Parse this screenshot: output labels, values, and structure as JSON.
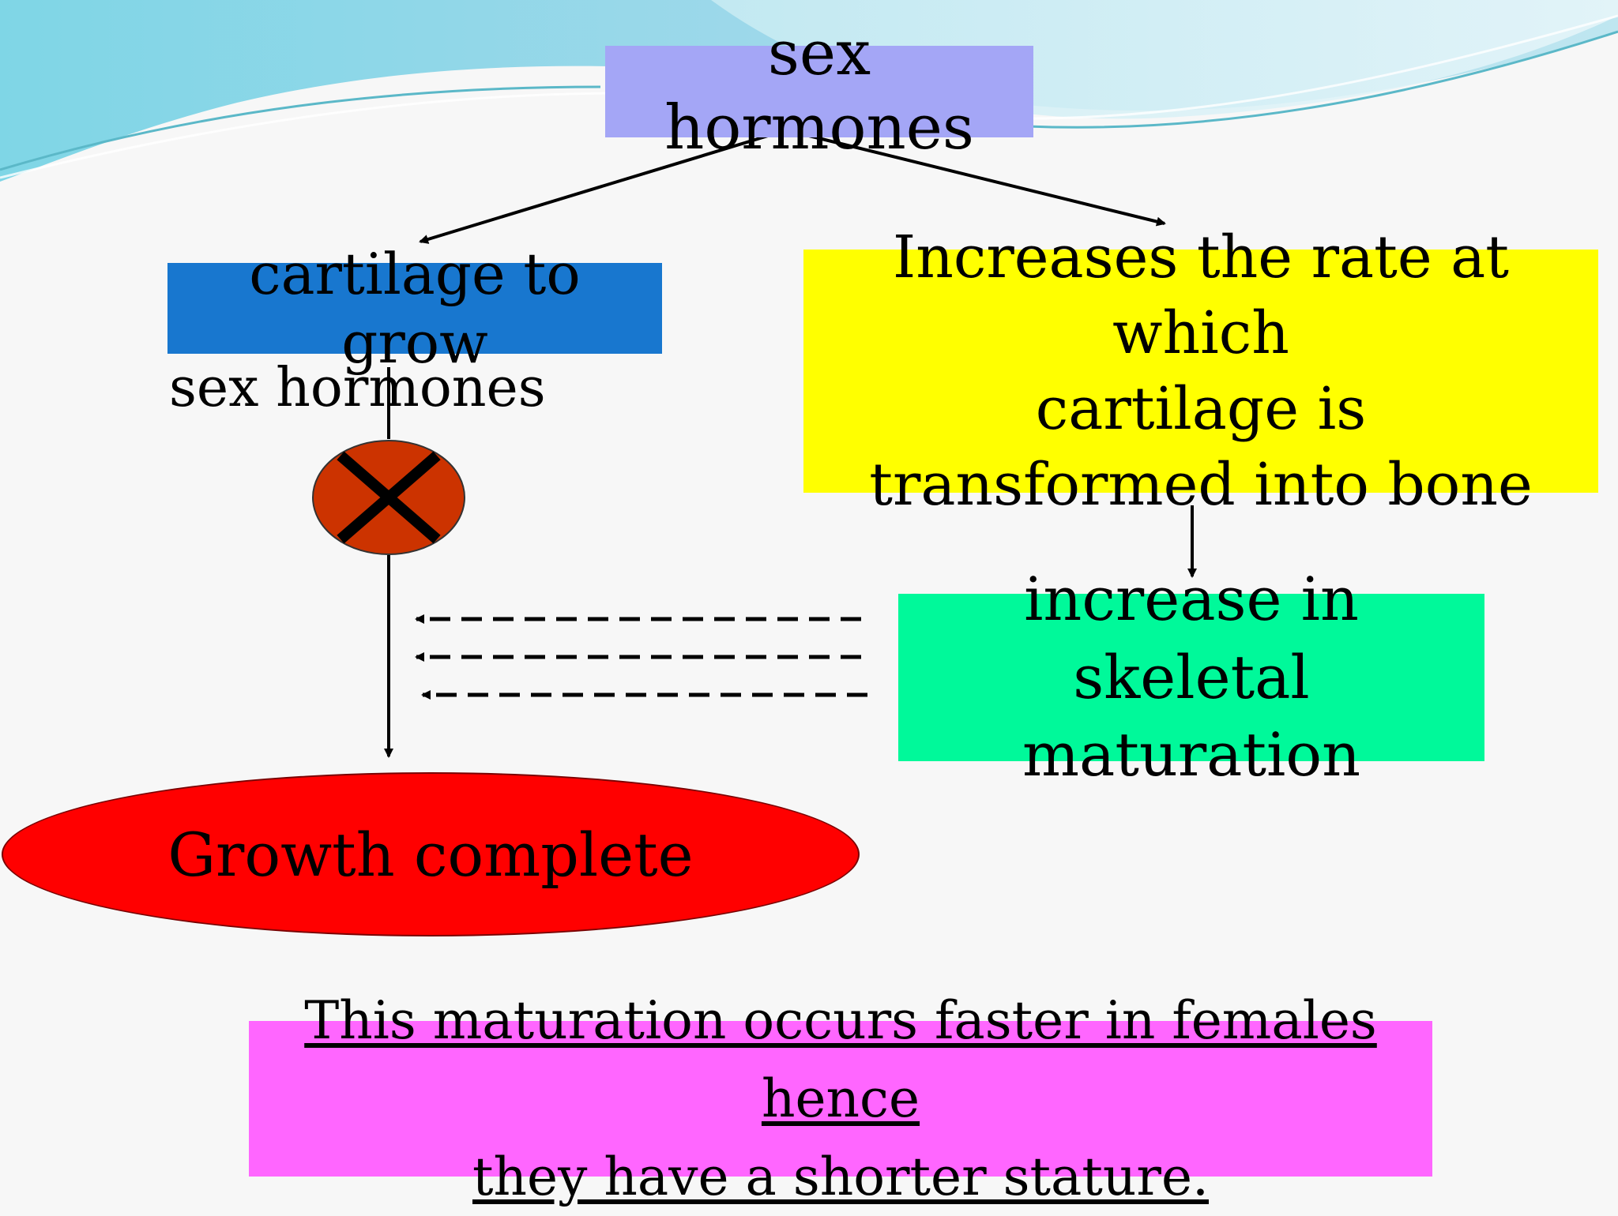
{
  "colors": {
    "sex_hormones_box": "#a4a6f6",
    "cartilage_box": "#1877cf",
    "increases_box": "#ffff00",
    "skeletal_box": "#00f99a",
    "growth_ellipse": "#ff0000",
    "block_circle": "#cc3300",
    "note_box": "#ff66ff"
  },
  "diagram": {
    "top_node": "sex hormones",
    "left_node": "cartilage to grow",
    "left_inhibitor_label": "sex hormones",
    "block_icon": "x-mark-icon",
    "right_node_lines": [
      "Increases the rate at which",
      "cartilage is",
      "transformed into bone"
    ],
    "skeletal_node_lines": [
      "increase in skeletal",
      "maturation"
    ],
    "outcome_node": "Growth complete",
    "note_lines": [
      "This maturation occurs faster in females hence",
      "they have a shorter stature."
    ]
  }
}
